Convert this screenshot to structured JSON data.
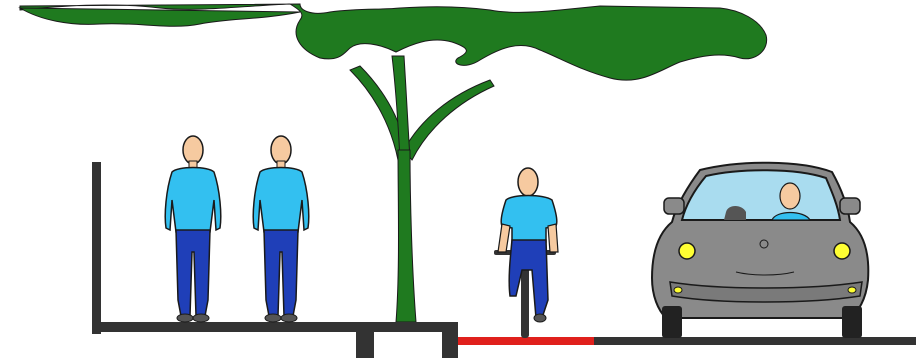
{
  "colors": {
    "background": "#ffffff",
    "ground": "#333333",
    "outline": "#1a1a1a",
    "tree": "#1f7a1f",
    "shirt": "#33c0f0",
    "pants": "#1f3fb8",
    "skin": "#f6caa0",
    "car_body": "#8a8a8a",
    "car_window": "#a9dcef",
    "headlight": "#ffff33",
    "bike_lane": "#e0201c",
    "shoe": "#555555"
  },
  "scene": {
    "elements": [
      {
        "type": "street-cross-section"
      },
      {
        "type": "tree",
        "icon": "tree-icon"
      },
      {
        "type": "pedestrian",
        "count": 2,
        "icon": "pedestrian-icon"
      },
      {
        "type": "cyclist",
        "icon": "cyclist-icon"
      },
      {
        "type": "car",
        "icon": "car-icon"
      },
      {
        "type": "bike-lane-marking"
      }
    ]
  }
}
